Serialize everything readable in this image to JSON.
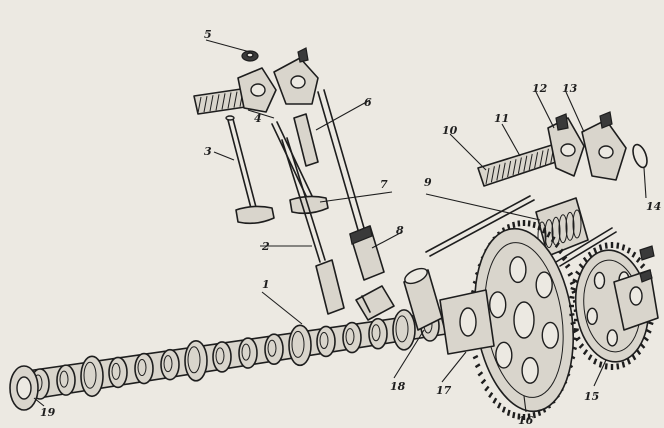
{
  "callouts": {
    "c1": "1",
    "c2": "2",
    "c3": "3",
    "c4": "4",
    "c5": "5",
    "c6": "6",
    "c7": "7",
    "c8": "8",
    "c9": "9",
    "c10": "10",
    "c11": "11",
    "c12": "12",
    "c13": "13",
    "c14": "14",
    "c15": "15",
    "c16": "16",
    "c17": "17",
    "c18": "18",
    "c19": "19"
  },
  "colors": {
    "ink": "#1e1e1e",
    "paper": "#ece9e2",
    "shade": "#d9d5cc"
  }
}
